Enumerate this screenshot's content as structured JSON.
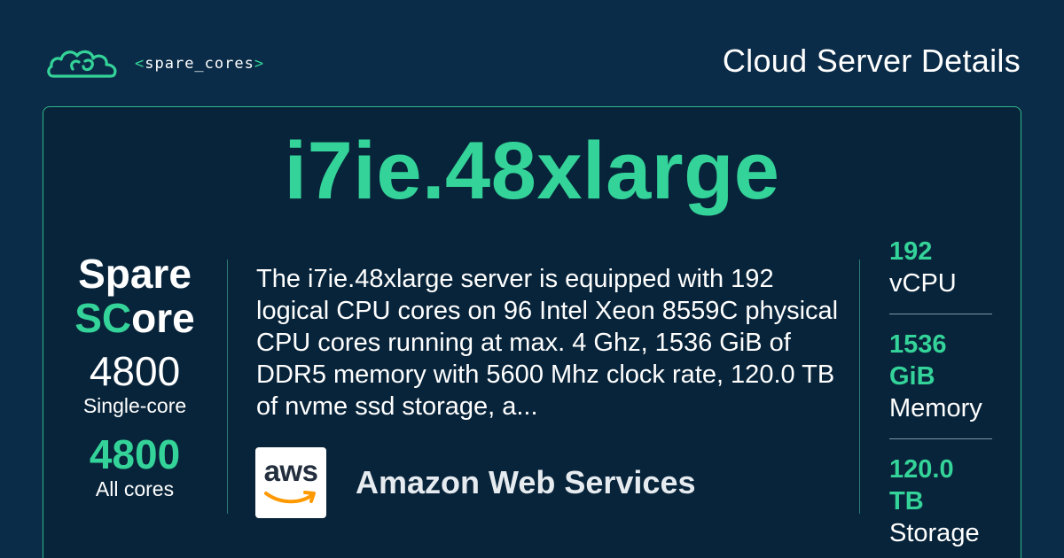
{
  "header": {
    "brand": "spare_cores",
    "brand_open": "<",
    "brand_close": ">",
    "title": "Cloud Server Details"
  },
  "server": {
    "name": "i7ie.48xlarge",
    "description": "The i7ie.48xlarge server is equipped with 192 logical CPU cores on 96 Intel Xeon 8559C physical CPU cores running at max. 4 Ghz, 1536 GiB of DDR5 memory with 5600 Mhz clock rate, 120.0 TB of nvme ssd storage, a..."
  },
  "score": {
    "logo_line1": "Spare",
    "logo_line2_highlight": "SC",
    "logo_line2_rest": "ore",
    "single_core_value": "4800",
    "single_core_label": "Single-core",
    "all_cores_value": "4800",
    "all_cores_label": "All cores"
  },
  "vendor": {
    "logo_text": "aws",
    "name": "Amazon Web Services"
  },
  "specs": [
    {
      "value": "192",
      "label": "vCPU"
    },
    {
      "value": "1536 GiB",
      "label": "Memory"
    },
    {
      "value": "120.0 TB",
      "label": "Storage"
    }
  ],
  "colors": {
    "background": "#0b2c48",
    "card": "#08243a",
    "accent": "#34d399",
    "text": "#ffffff"
  }
}
